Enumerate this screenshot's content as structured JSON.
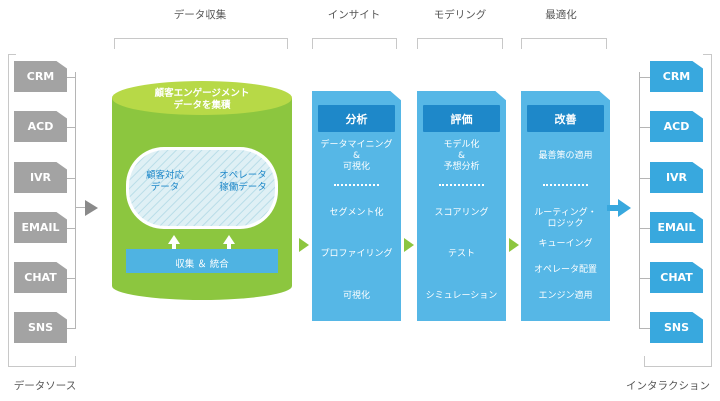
{
  "headers": {
    "data_collection": "データ収集",
    "insight": "インサイト",
    "modeling": "モデリング",
    "optimization": "最適化",
    "data_source": "データソース",
    "interaction": "インタラクション"
  },
  "sources": [
    "CRM",
    "ACD",
    "IVR",
    "EMAIL",
    "CHAT",
    "SNS"
  ],
  "channels": [
    "CRM",
    "ACD",
    "IVR",
    "EMAIL",
    "CHAT",
    "SNS"
  ],
  "cylinder": {
    "title_line1": "顧客エンゲージメント",
    "title_line2": "データを集積",
    "left_line1": "顧客対応",
    "left_line2": "データ",
    "right_line1": "オペレータ",
    "right_line2": "稼働データ",
    "bar": "収集 ＆ 統合"
  },
  "columns": [
    {
      "title": "分析",
      "top_lines": [
        "データマイニング",
        "&",
        "可視化"
      ],
      "items": [
        "セグメント化",
        "プロファイリング",
        "可視化"
      ]
    },
    {
      "title": "評価",
      "top_lines": [
        "モデル化",
        "&",
        "予想分析"
      ],
      "items": [
        "スコアリング",
        "テスト",
        "シミュレーション"
      ]
    },
    {
      "title": "改善",
      "top_lines": [
        "最善策の適用"
      ],
      "items": [
        "ルーティング・",
        "ロジック",
        "キューイング",
        "オペレータ配置",
        "エンジン適用"
      ]
    }
  ],
  "colors": {
    "gray_tag": "#a3a3a3",
    "blue_tag": "#38a8de",
    "green_body": "#8cc63f",
    "green_top": "#b7d947",
    "column_fill": "#56b7e6",
    "column_title": "#1e88c9"
  }
}
